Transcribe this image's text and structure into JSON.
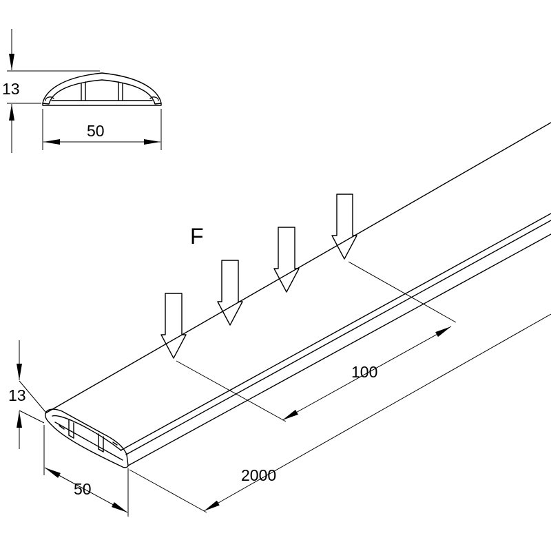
{
  "cross_section": {
    "height_label": "13",
    "width_label": "50"
  },
  "isometric": {
    "force_label": "F",
    "spacing_label": "100",
    "length_label": "2000",
    "height_label": "13",
    "width_label": "50"
  },
  "colors": {
    "line": "#000000",
    "background": "#ffffff"
  }
}
